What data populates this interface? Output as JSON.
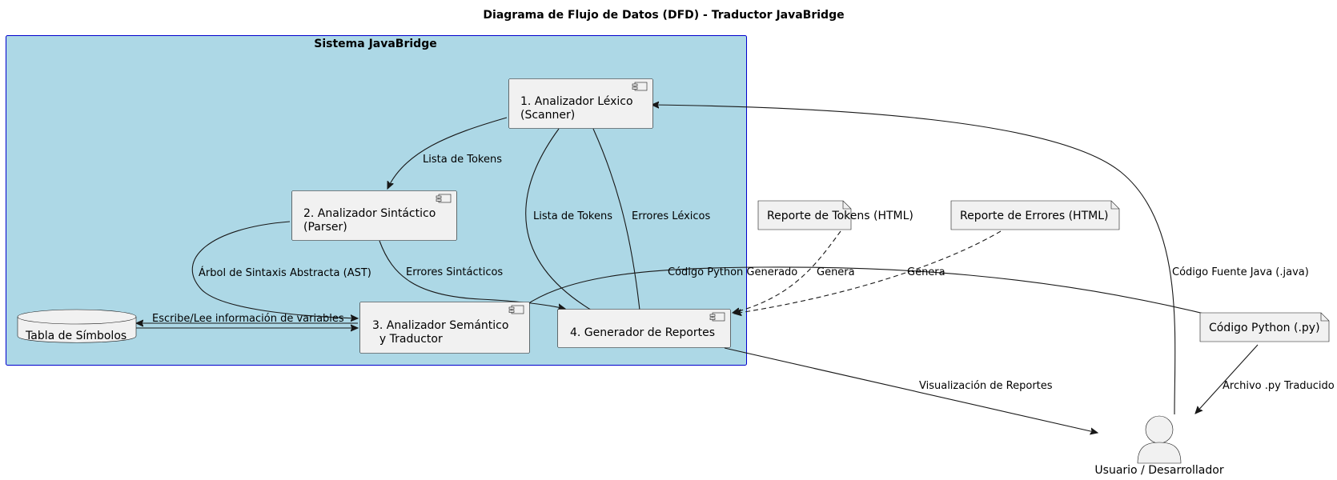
{
  "title": "Diagrama de Flujo de Datos (DFD) - Traductor JavaBridge",
  "colors": {
    "package_fill": "#ADD8E6",
    "package_border": "#0000CC",
    "node_fill": "#F1F1F1",
    "line": "#181818"
  },
  "package": {
    "label": "Sistema JavaBridge"
  },
  "nodes": {
    "scanner": {
      "line1": "1. Analizador Léxico",
      "line2": "(Scanner)",
      "icon": "component-icon"
    },
    "parser": {
      "line1": "2. Analizador Sintáctico",
      "line2": "(Parser)",
      "icon": "component-icon"
    },
    "semantic": {
      "line1": "3. Analizador Semántico",
      "line2": "  y Traductor",
      "icon": "component-icon"
    },
    "reports": {
      "line1": "4. Generador de Reportes",
      "icon": "component-icon"
    },
    "symbol_table": {
      "label": "Tabla de Símbolos",
      "icon": "database-icon"
    },
    "token_report": {
      "label": "Reporte de Tokens (HTML)",
      "icon": "document-icon"
    },
    "error_report": {
      "label": "Reporte de Errores (HTML)",
      "icon": "document-icon"
    },
    "python_code": {
      "label": "Código Python (.py)",
      "icon": "document-icon"
    },
    "user": {
      "label": "Usuario / Desarrollador",
      "icon": "user-icon"
    }
  },
  "edges": {
    "source_code": "Código Fuente Java (.java)",
    "scanner_parser_tokens": "Lista de Tokens",
    "scanner_reports_tokens": "Lista de Tokens",
    "lexical_errors": "Errores Léxicos",
    "ast": "Árbol de Sintaxis Abstracta (AST)",
    "syntax_errors": "Errores Sintácticos",
    "symbols_rw": "Escribe/Lee información de variables",
    "generated_python": "Código Python Generado",
    "generates_tokens": "Genera",
    "generates_errors": "Genera",
    "report_view": "Visualización de Reportes",
    "translated_file": "Archivo .py Traducido"
  }
}
